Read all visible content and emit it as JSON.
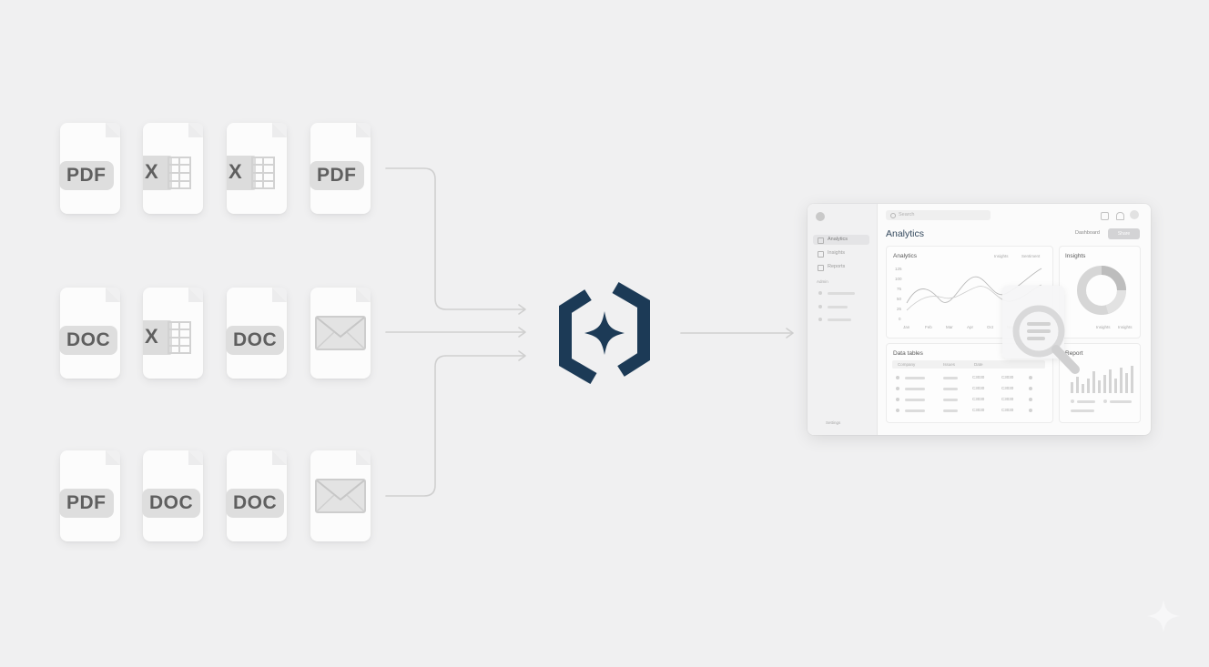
{
  "files": {
    "r1c1": {
      "label": "PDF"
    },
    "r1c2": {
      "label": "X"
    },
    "r1c3": {
      "label": "X"
    },
    "r1c4": {
      "label": "PDF"
    },
    "r2c1": {
      "label": "DOC"
    },
    "r2c2": {
      "label": "X"
    },
    "r2c3": {
      "label": "DOC"
    },
    "r3c1": {
      "label": "PDF"
    },
    "r3c2": {
      "label": "DOC"
    },
    "r3c3": {
      "label": "DOC"
    }
  },
  "hub": {
    "icon": "hexagon-star-icon",
    "color": "#1c3a56"
  },
  "dashboard": {
    "search_placeholder": "Search",
    "title": "Analytics",
    "header_link": "Dashboard",
    "header_button": "Share",
    "nav": [
      {
        "label": "Analytics"
      },
      {
        "label": "Insights"
      },
      {
        "label": "Reports"
      }
    ],
    "nav_section": "Admin",
    "nav_footer": "Settings",
    "analytics_card": {
      "title": "Analytics",
      "legend": [
        "Insights",
        "Sentiment"
      ],
      "y_ticks": [
        "125",
        "100",
        "75",
        "50",
        "25",
        "0"
      ],
      "x_ticks": [
        "Jan",
        "Feb",
        "Mar",
        "Apr",
        "Oct",
        "Nov"
      ]
    },
    "insights_card": {
      "title": "Insights",
      "legend": [
        "Insights",
        "Insights"
      ]
    },
    "data_tables": {
      "title": "Data tables",
      "headers": [
        "Company",
        "Issues",
        "Date"
      ],
      "rows": [
        {
          "c1": "C3030",
          "c2": "C3030"
        },
        {
          "c1": "C3030",
          "c2": "C3030"
        },
        {
          "c1": "C3030",
          "c2": "C3030"
        },
        {
          "c1": "C3030",
          "c2": "C3030"
        }
      ]
    },
    "report_card": {
      "title": "Report"
    }
  }
}
